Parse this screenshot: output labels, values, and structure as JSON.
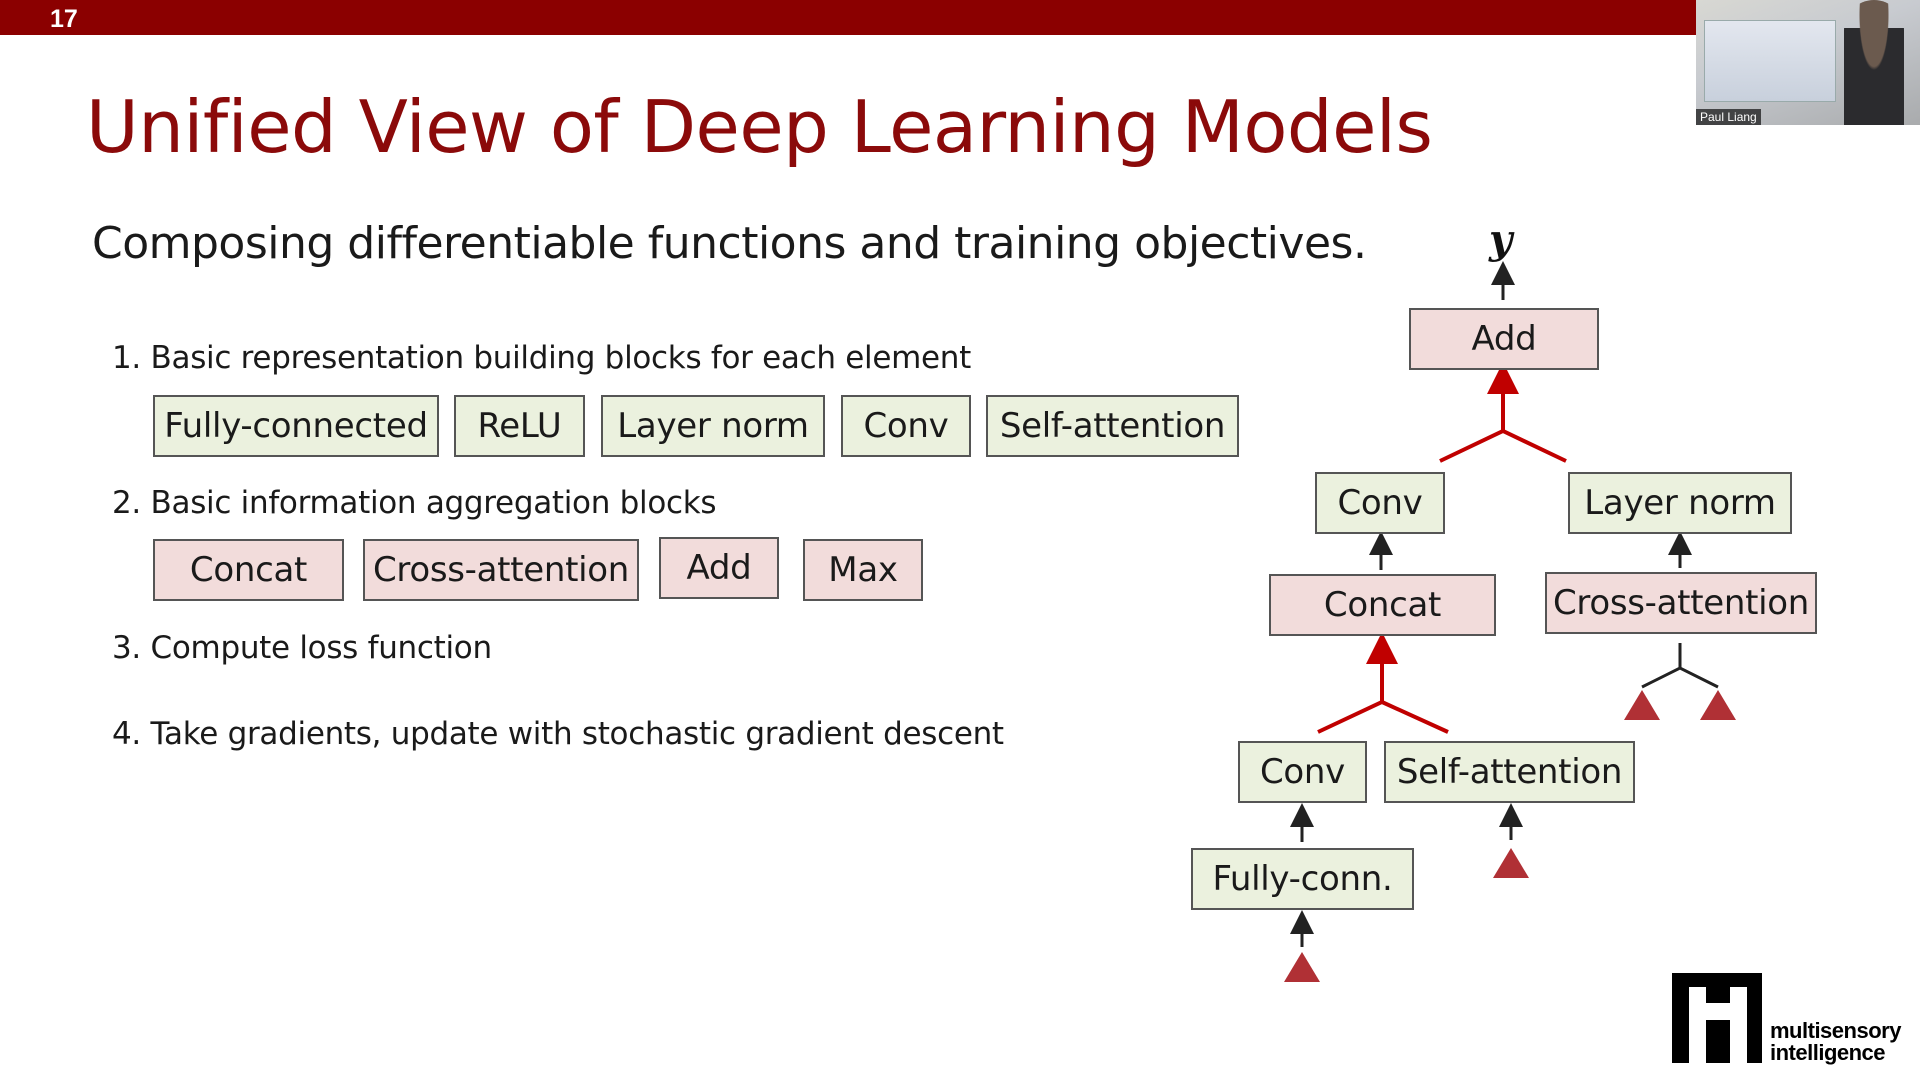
{
  "slide": {
    "number": "17"
  },
  "title": "Unified View of Deep Learning Models",
  "subtitle": "Composing differentiable functions and training objectives.",
  "list": [
    "1. Basic representation building blocks for each element",
    "2. Basic information aggregation blocks",
    "3. Compute loss function",
    "4. Take gradients, update with stochastic gradient descent"
  ],
  "representation_blocks": [
    "Fully-connected",
    "ReLU",
    "Layer norm",
    "Conv",
    "Self-attention"
  ],
  "aggregation_blocks": [
    "Concat",
    "Cross-attention",
    "Add",
    "Max"
  ],
  "diagram": {
    "output_label": "y",
    "nodes": {
      "add": "Add",
      "conv_top": "Conv",
      "layer_norm": "Layer norm",
      "concat": "Concat",
      "cross_attention": "Cross-attention",
      "conv_bottom": "Conv",
      "self_attention": "Self-attention",
      "fully_conn": "Fully-conn."
    }
  },
  "video": {
    "participant_name": "Paul Liang"
  },
  "logo": {
    "line1": "multisensory",
    "line2": "intelligence"
  },
  "colors": {
    "brand_red": "#8b0000",
    "title_red": "#8b0a0a",
    "block_green": "#ebf1de",
    "block_pink": "#f2dcdb",
    "triangle_red": "#b03035"
  }
}
